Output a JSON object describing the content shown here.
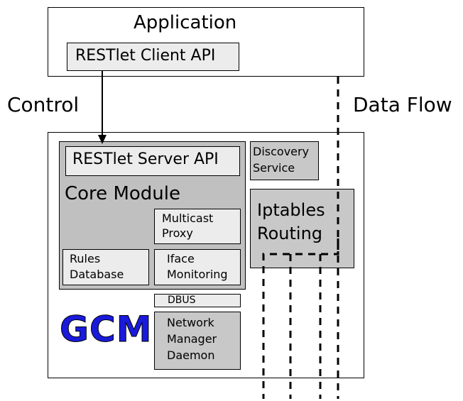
{
  "application": {
    "title": "Application",
    "client_api": "RESTlet Client API"
  },
  "labels": {
    "control": "Control",
    "data_flow": "Data Flow"
  },
  "gcm": {
    "logo": "GCM",
    "logo_color": "#1a1adb",
    "core_module": {
      "title": "Core Module",
      "server_api": "RESTlet Server API",
      "multicast_proxy": [
        "Multicast",
        "Proxy"
      ],
      "rules_database": [
        "Rules",
        "Database"
      ],
      "iface_monitoring": [
        "Iface",
        "Monitoring"
      ]
    },
    "discovery_service": [
      "Discovery",
      "Service"
    ],
    "iptables_routing": [
      "Iptables",
      "Routing"
    ],
    "dbus": "DBUS",
    "network_manager": [
      "Network",
      "Manager",
      "Daemon"
    ]
  },
  "colors": {
    "core_fill": "#c0c0c0",
    "light_fill": "#ececec",
    "dark_fill": "#c8c8c8"
  }
}
